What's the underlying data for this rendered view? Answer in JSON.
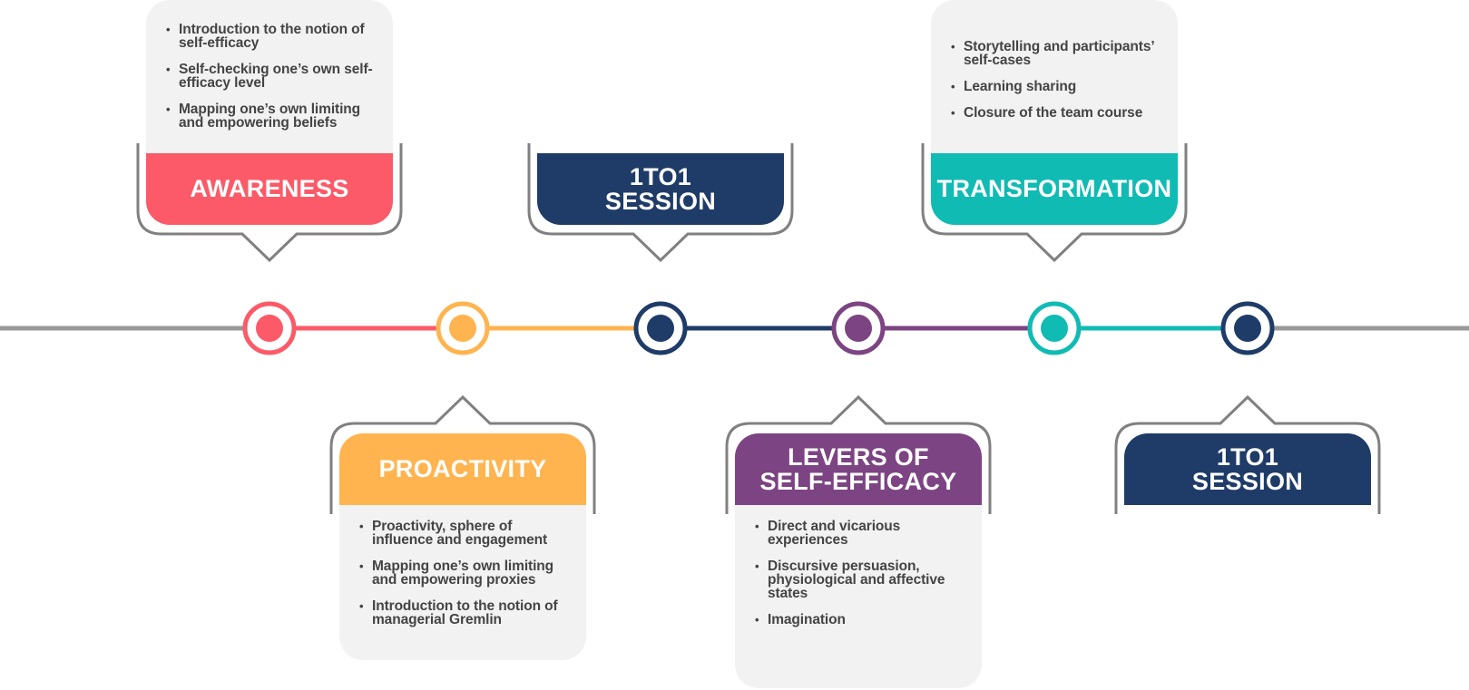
{
  "colors": {
    "awareness": "#fc5a68",
    "proactivity": "#ffb450",
    "session": "#1f3c68",
    "levers": "#7c4482",
    "transformation": "#10bbb4",
    "axis": "#999999",
    "outline": "#808080",
    "card_bg": "#f2f2f2",
    "card_text": "#444444"
  },
  "stages": [
    {
      "key": "awareness",
      "title": "AWARENESS",
      "position": "top",
      "bullets": [
        "Introduction to the notion of self-efficacy",
        "Self-checking one’s own self-efficacy level",
        "Mapping one’s own limiting and empowering beliefs"
      ]
    },
    {
      "key": "proactivity",
      "title": "PROACTIVITY",
      "position": "bottom",
      "bullets": [
        "Proactivity, sphere of influence and engagement",
        "Mapping one’s own limiting and empowering proxies",
        "Introduction to the notion of managerial Gremlin"
      ]
    },
    {
      "key": "session1",
      "title": "1TO1\nSESSION",
      "position": "top",
      "bullets": []
    },
    {
      "key": "levers",
      "title": "LEVERS OF\nSELF-EFFICACY",
      "position": "bottom",
      "bullets": [
        "Direct and vicarious experiences",
        "Discursive persuasion, physiological and affective states",
        "Imagination"
      ]
    },
    {
      "key": "transformation",
      "title": "TRANSFORMATION",
      "position": "top",
      "bullets": [
        "Storytelling and participants’ self-cases",
        "Learning sharing",
        "Closure of the team course"
      ]
    },
    {
      "key": "session2",
      "title": "1TO1\nSESSION",
      "position": "bottom",
      "bullets": []
    }
  ]
}
